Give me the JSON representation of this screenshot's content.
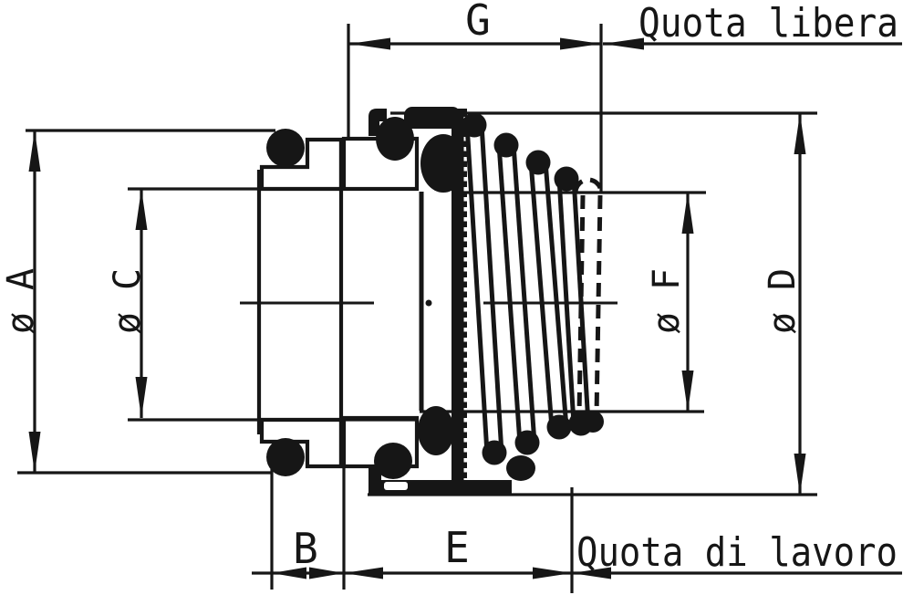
{
  "labels": {
    "g": "G",
    "quota_libera": "Quota libera",
    "dia_a": "ø A",
    "dia_c": "ø C",
    "dia_f": "ø F",
    "dia_d": "ø D",
    "b": "B",
    "e": "E",
    "quota_di_lavoro": "Quota di lavoro"
  },
  "colors": {
    "ink": "#161616",
    "paper": "#ffffff"
  }
}
